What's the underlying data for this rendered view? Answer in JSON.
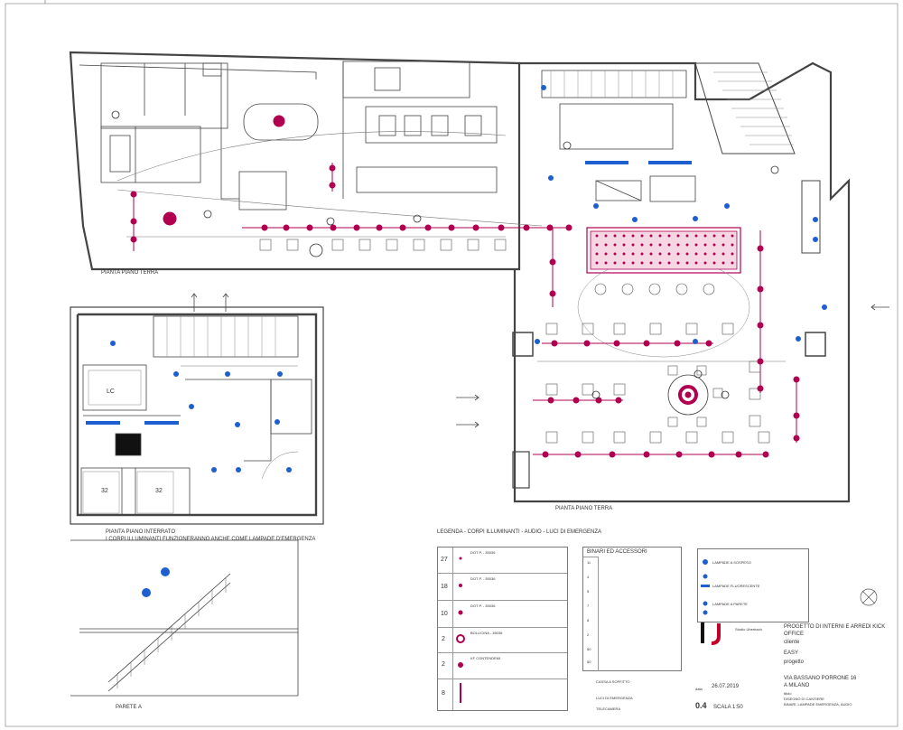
{
  "plans": {
    "ground_left": "PIANTA PIANO TERRA",
    "ground_right": "PIANTA PIANO TERRA",
    "basement_title": "PIANTA PIANO INTERRATO",
    "basement_note": "I CORPI ILLUMINANTI FUNZIONERANNO ANCHE COME LAMPADE D'EMERGENZA",
    "wall_a": "PARETE A",
    "room_labels": [
      "LC",
      "32",
      "32"
    ]
  },
  "legend": {
    "title": "LEGENDA - CORPI ILLUMINANTI - AUDIO - LUCI DI EMERGENZA",
    "rows": [
      {
        "num": "27",
        "desc": "DOT P. - 35036"
      },
      {
        "num": "18",
        "desc": "DOT P. - 35036"
      },
      {
        "num": "10",
        "desc": "DOT P. - 35036"
      },
      {
        "num": "2",
        "desc": "BOLLICINA - 35036"
      },
      {
        "num": "2",
        "desc": "KF CONTENDEMI"
      },
      {
        "num": "8",
        "desc": ""
      }
    ],
    "accessories_title": "BINARI ED ACCESSORI",
    "accessory_nums": [
      "11",
      "4",
      "5",
      "7",
      "8",
      "2",
      "50",
      "50"
    ],
    "footer_items": [
      "CASSA A SOFFITTO",
      "LUCI DI EMERGENZA",
      "TELECAMERA"
    ]
  },
  "lamp_legend": [
    "LAMPADE A SOSPESO",
    "LAMPADE FLUORESCENTE",
    "LAMPADE A PARETE"
  ],
  "title_block": {
    "studio_name": "Studio Uberbach",
    "project_line": "PROGETTO DI INTERNI E ARREDI KICK OFFICE",
    "client_label": "cliente",
    "client": "EASY",
    "project_label": "progetto",
    "address": "VIA BASSANO PORRONE 16",
    "city": "A MILANO",
    "title_label": "titolo",
    "drawing_title": "DISEGNO DI CANTIERE",
    "drawing_subtitle": "BINARI, LAMPADE EMERGENZA, AUDIO",
    "date_label": "data",
    "date": "26.07.2019",
    "sheet_number": "0.4",
    "scale": "SCALA 1:50"
  },
  "colors": {
    "magenta": "#b0004f",
    "blue": "#1e5fd0",
    "line": "#444444"
  }
}
